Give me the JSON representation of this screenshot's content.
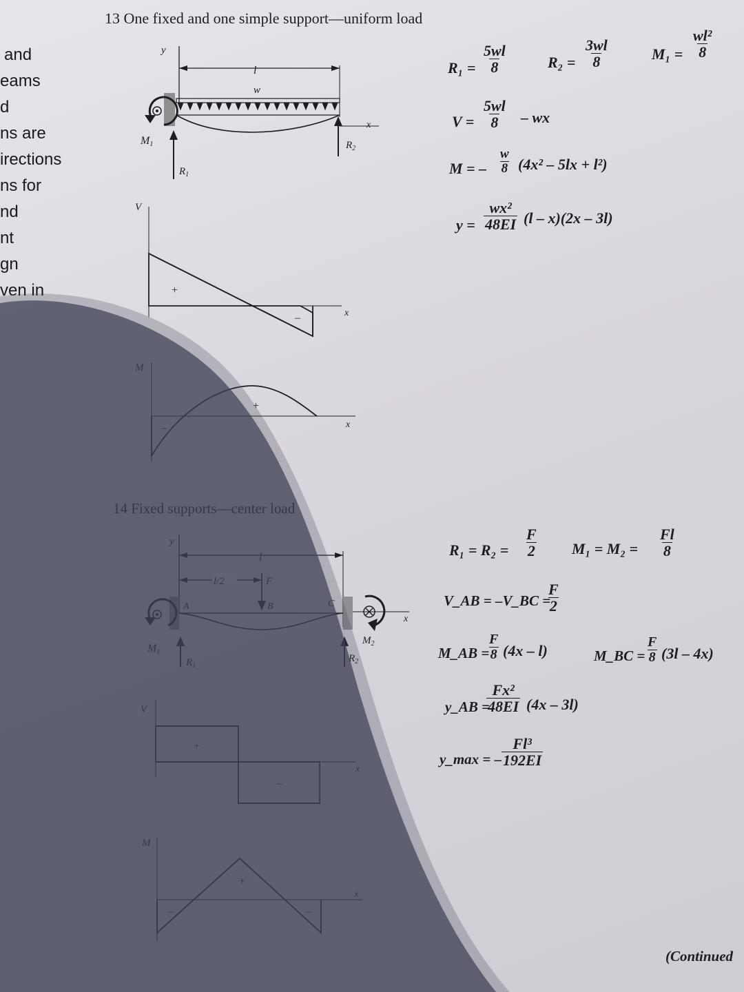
{
  "edge_fragments": [
    "and",
    "eams",
    "d",
    "ns are",
    "irections",
    "ns for",
    "nd",
    "nt",
    "gn",
    "ven in"
  ],
  "section13": {
    "title": "13 One fixed and one simple support—uniform load",
    "labels": {
      "y": "y",
      "l": "l",
      "w": "w",
      "x": "x",
      "M1": "M",
      "M1_sub": "1",
      "R1": "R",
      "R1_sub": "1",
      "R2": "R",
      "R2_sub": "2",
      "V": "V",
      "M": "M",
      "plus": "+",
      "minus": "–"
    },
    "eq": {
      "R1_lhs": "R₁ =",
      "R1_num": "5wl",
      "R1_den": "8",
      "R2_lhs": "R₂ =",
      "R2_num": "3wl",
      "R2_den": "8",
      "M1_lhs": "M₁ =",
      "M1_num": "wl²",
      "M1_den": "8",
      "V_lhs": "V =",
      "V_num": "5wl",
      "V_den": "8",
      "V_rest": "– wx",
      "M_lhs": "M = –",
      "M_num": "w",
      "M_den": "8",
      "M_rest": "(4x² – 5lx + l²)",
      "y_lhs": "y =",
      "y_num": "wx²",
      "y_den": "48EI",
      "y_rest": "(l – x)(2x – 3l)"
    }
  },
  "section14": {
    "title": "14 Fixed supports—center load",
    "labels": {
      "y": "y",
      "l": "l",
      "l_half": "l/2",
      "F": "F",
      "A": "A",
      "B": "B",
      "C": "C",
      "x": "x",
      "M1": "M",
      "M1_sub": "1",
      "R1": "R",
      "R1_sub": "1",
      "M2": "M",
      "M2_sub": "2",
      "R2": "R",
      "R2_sub": "2",
      "V": "V",
      "M": "M",
      "plus": "+",
      "minus": "–"
    },
    "eq": {
      "R_lhs": "R₁ = R₂ =",
      "R_num": "F",
      "R_den": "2",
      "M_lhs": "M₁ = M₂ =",
      "M_num": "Fl",
      "M_den": "8",
      "V_lhs": "V_AB = –V_BC =",
      "V_num": "F",
      "V_den": "2",
      "MAB_lhs": "M_AB =",
      "MAB_num": "F",
      "MAB_den": "8",
      "MAB_rest": "(4x – l)",
      "MBC_lhs": "M_BC =",
      "MBC_num": "F",
      "MBC_den": "8",
      "MBC_rest": "(3l – 4x)",
      "yAB_lhs": "y_AB =",
      "yAB_num": "Fx²",
      "yAB_den": "48EI",
      "yAB_rest": "(4x – 3l)",
      "ymax_lhs": "y_max = –",
      "ymax_num": "Fl³",
      "ymax_den": "192EI"
    }
  },
  "footer": {
    "continued": "(Continued"
  },
  "colors": {
    "paper": "#e3e1e6",
    "shadow": "#3c4055",
    "ink": "#1e1d22",
    "support": "#8f8f92"
  }
}
